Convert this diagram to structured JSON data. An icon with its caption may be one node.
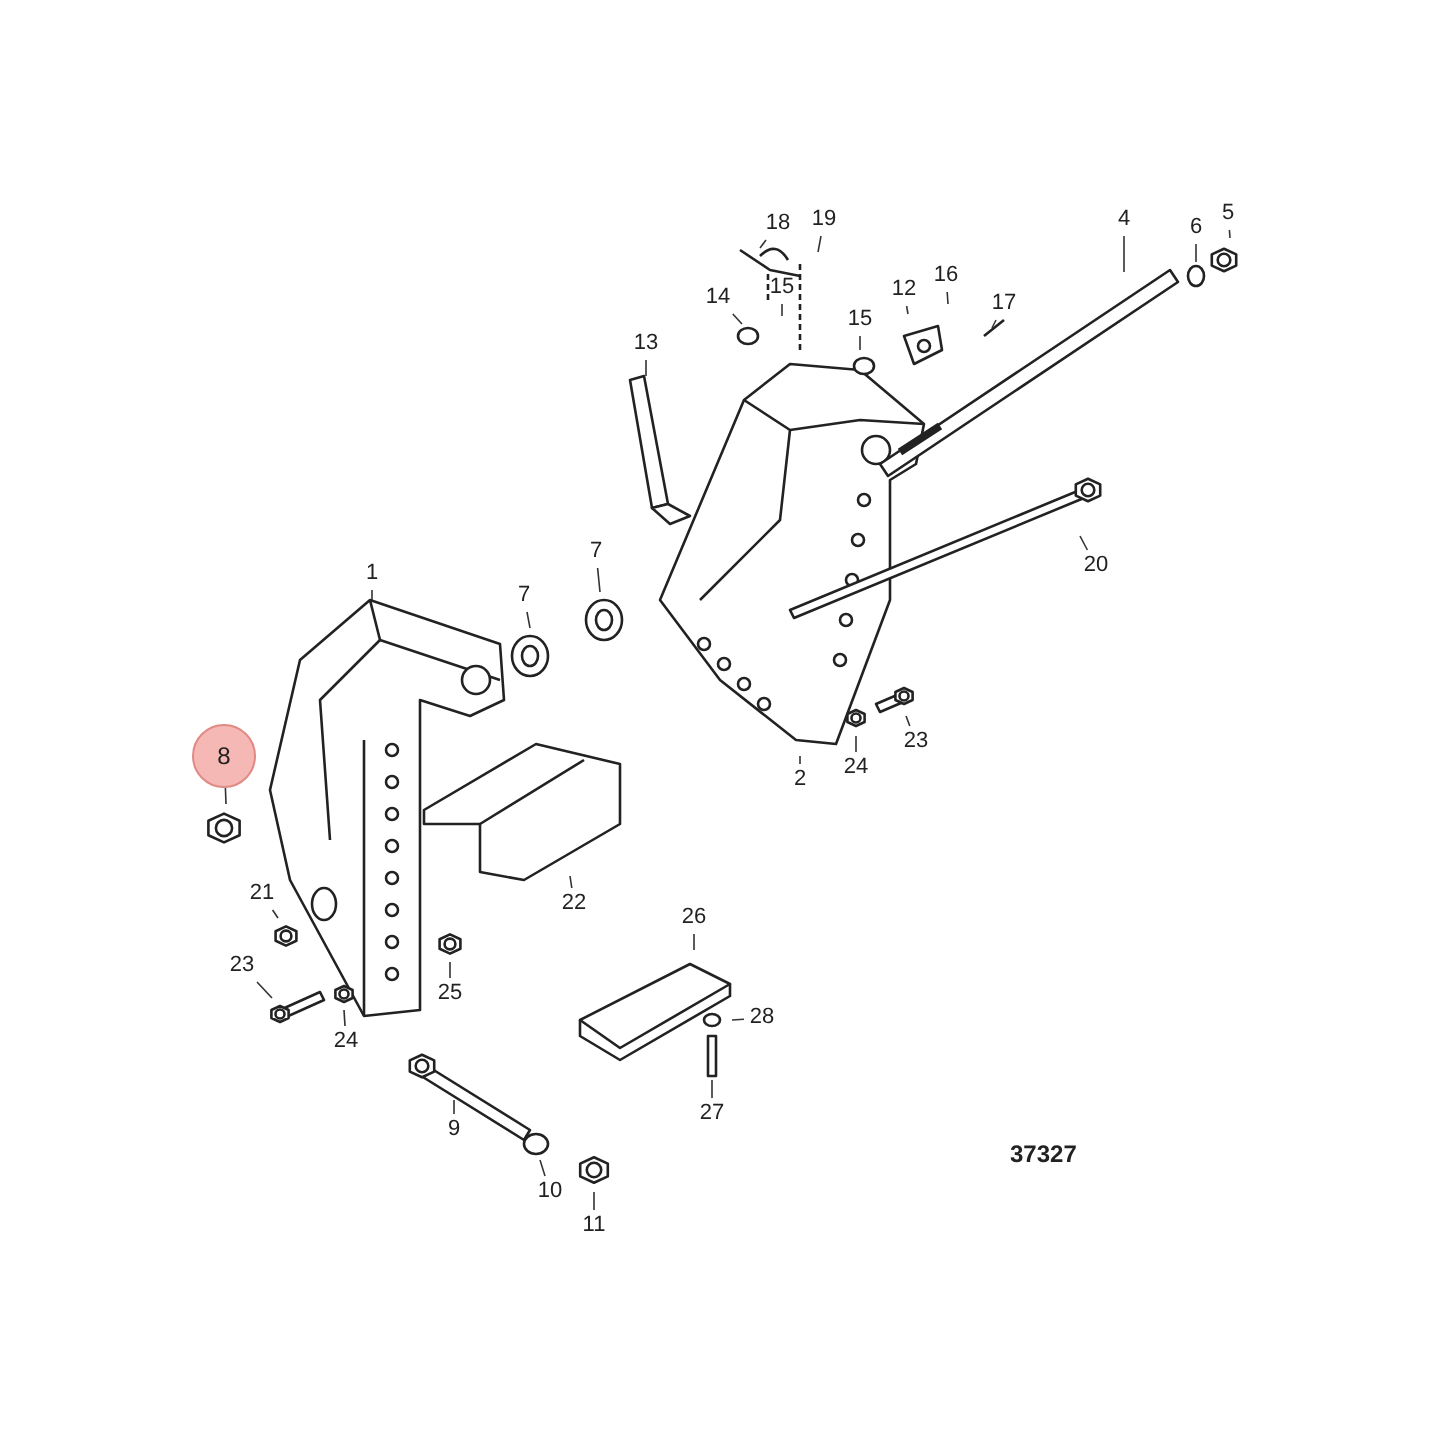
{
  "diagram": {
    "nodes": [
      {
        "text": [
          "18"
        ]
      },
      {
        "text": [
          "19"
        ]
      },
      {
        "text": [
          "15"
        ]
      },
      {
        "text": [
          "14"
        ]
      },
      {
        "text": [
          "15"
        ]
      },
      {
        "text": [
          "12"
        ]
      },
      {
        "text": [
          "16"
        ]
      },
      {
        "text": [
          "17"
        ]
      },
      {
        "text": [
          "13"
        ]
      },
      {
        "text": [
          "4"
        ]
      },
      {
        "text": [
          "6"
        ]
      },
      {
        "text": [
          "5"
        ]
      },
      {
        "text": [
          "7"
        ]
      },
      {
        "text": [
          "1"
        ]
      },
      {
        "text": [
          "7"
        ]
      },
      {
        "text": [
          "20"
        ]
      },
      {
        "text": [
          "8"
        ]
      },
      {
        "text": [
          "23"
        ]
      },
      {
        "text": [
          "24"
        ]
      },
      {
        "text": [
          "2"
        ]
      },
      {
        "text": [
          "21"
        ]
      },
      {
        "text": [
          "22"
        ]
      },
      {
        "text": [
          "26"
        ]
      },
      {
        "text": [
          "23"
        ]
      },
      {
        "text": [
          "25"
        ]
      },
      {
        "text": [
          "24"
        ]
      },
      {
        "text": [
          "28"
        ]
      },
      {
        "text": [
          "27"
        ]
      },
      {
        "text": [
          "9"
        ]
      },
      {
        "text": [
          "10"
        ]
      },
      {
        "text": [
          "11"
        ]
      }
    ],
    "edges": [
      {
        "from": 0,
        "to": null,
        "arrow": "none"
      },
      {
        "from": 1,
        "to": null,
        "arrow": "none"
      },
      {
        "from": 2,
        "to": null,
        "arrow": "none"
      },
      {
        "from": 3,
        "to": null,
        "arrow": "none"
      },
      {
        "from": 4,
        "to": null,
        "arrow": "none"
      },
      {
        "from": 5,
        "to": null,
        "arrow": "none"
      },
      {
        "from": 6,
        "to": null,
        "arrow": "none"
      },
      {
        "from": 7,
        "to": null,
        "arrow": "none"
      },
      {
        "from": 8,
        "to": null,
        "arrow": "none"
      },
      {
        "from": 9,
        "to": null,
        "arrow": "none"
      },
      {
        "from": 10,
        "to": null,
        "arrow": "none"
      },
      {
        "from": 11,
        "to": null,
        "arrow": "none"
      },
      {
        "from": 12,
        "to": null,
        "arrow": "none"
      },
      {
        "from": 13,
        "to": null,
        "arrow": "none"
      },
      {
        "from": 14,
        "to": null,
        "arrow": "none"
      },
      {
        "from": 15,
        "to": null,
        "arrow": "none"
      },
      {
        "from": 16,
        "to": null,
        "arrow": "none"
      },
      {
        "from": 17,
        "to": null,
        "arrow": "none"
      },
      {
        "from": 18,
        "to": null,
        "arrow": "none"
      },
      {
        "from": 19,
        "to": null,
        "arrow": "none"
      },
      {
        "from": 20,
        "to": null,
        "arrow": "none"
      },
      {
        "from": 21,
        "to": null,
        "arrow": "none"
      },
      {
        "from": 22,
        "to": null,
        "arrow": "none"
      },
      {
        "from": 23,
        "to": null,
        "arrow": "none"
      },
      {
        "from": 24,
        "to": null,
        "arrow": "none"
      },
      {
        "from": 25,
        "to": null,
        "arrow": "none"
      },
      {
        "from": 26,
        "to": null,
        "arrow": "none"
      },
      {
        "from": 27,
        "to": null,
        "arrow": "none"
      },
      {
        "from": 28,
        "to": null,
        "arrow": "none"
      },
      {
        "from": 29,
        "to": null,
        "arrow": "none"
      },
      {
        "from": 30,
        "to": null,
        "arrow": "none"
      }
    ],
    "labels": [
      "37327"
    ]
  }
}
